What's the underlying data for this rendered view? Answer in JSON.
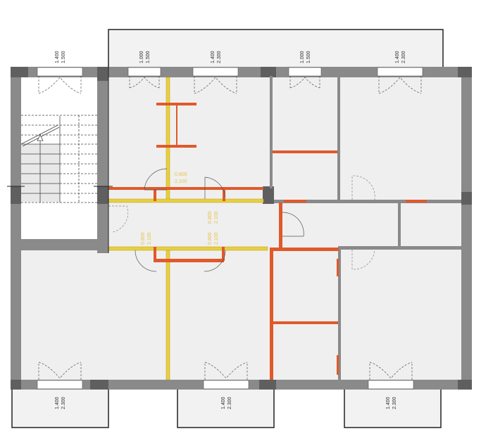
{
  "drawing": {
    "type": "architectural-floor-plan",
    "colors": {
      "background": "#ffffff",
      "floor": "#efefef",
      "wall_exterior": "#8a8a8a",
      "wall_column": "#5f5f5f",
      "wall_new_orange": "#e0592a",
      "wall_demolish_yellow": "#e8cf3e",
      "outline": "#222222"
    },
    "window_labels": {
      "top": [
        {
          "width": "1.400",
          "height": "1.500"
        },
        {
          "width": "1.000",
          "height": "1.500"
        },
        {
          "width": "1.400",
          "height": "2.300"
        },
        {
          "width": "1.000",
          "height": "1.500"
        },
        {
          "width": "1.400",
          "height": "2.300"
        }
      ],
      "bottom": [
        {
          "width": "1.400",
          "height": "2.300"
        },
        {
          "width": "1.400",
          "height": "2.300"
        },
        {
          "width": "1.400",
          "height": "2.300"
        }
      ]
    },
    "door_labels": [
      {
        "width": "0.800",
        "height": "2.100"
      },
      {
        "width": "0.800",
        "height": "2.100"
      },
      {
        "width": "0.800",
        "height": "2.100"
      },
      {
        "width": "0.800",
        "height": "2.100"
      }
    ]
  }
}
